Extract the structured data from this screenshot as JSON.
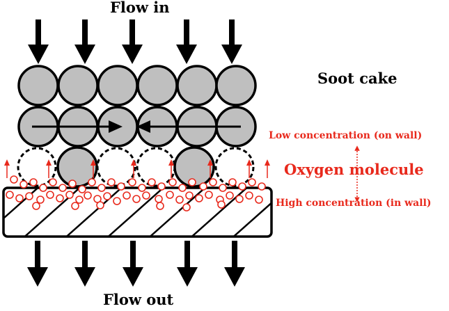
{
  "labels": {
    "flow_in": "Flow in",
    "flow_out": "Flow out",
    "soot_cake": "Soot cake",
    "low_concentration": "Low concentration (on wall)",
    "oxygen_molecule": "Oxygen molecule",
    "high_concentration": "High concentration (in wall)"
  },
  "colors": {
    "soot_fill": "#bfbfbf",
    "outline": "#000000",
    "oxygen": "#e8291c",
    "background": "#ffffff"
  }
}
